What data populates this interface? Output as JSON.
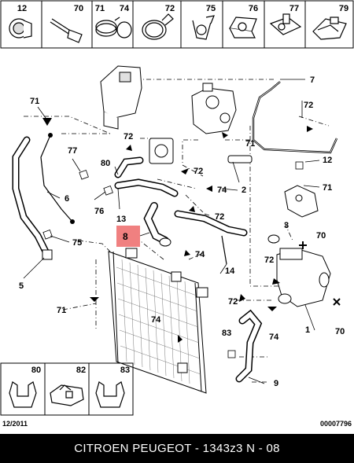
{
  "top_parts": [
    "12",
    "70",
    "71",
    "74",
    "72",
    "75",
    "76",
    "77",
    "79"
  ],
  "bottom_parts": [
    "80",
    "82",
    "83"
  ],
  "labels": {
    "p7": "7",
    "p71a": "71",
    "p72a": "72",
    "p71b": "71",
    "p77": "77",
    "p72b": "72",
    "p80": "80",
    "p12": "12",
    "p6": "6",
    "p76": "76",
    "p72c": "72",
    "p74a": "74",
    "p2": "2",
    "p71c": "71",
    "p13": "13",
    "p72d": "72",
    "p8": "8",
    "p3": "3",
    "p70a": "70",
    "p75": "75",
    "p74b": "74",
    "p72e": "72",
    "p14": "14",
    "p5": "5",
    "p72f": "72",
    "p71d": "71",
    "p1": "1",
    "p74c": "74",
    "p70b": "70",
    "p74d": "74",
    "p83": "83",
    "p9": "9"
  },
  "highlight_color": "#f08080",
  "footer": {
    "date": "12/2011",
    "code": "00007796"
  },
  "banner": "CITROEN PEUGEOT - 1343z3      N - 08"
}
